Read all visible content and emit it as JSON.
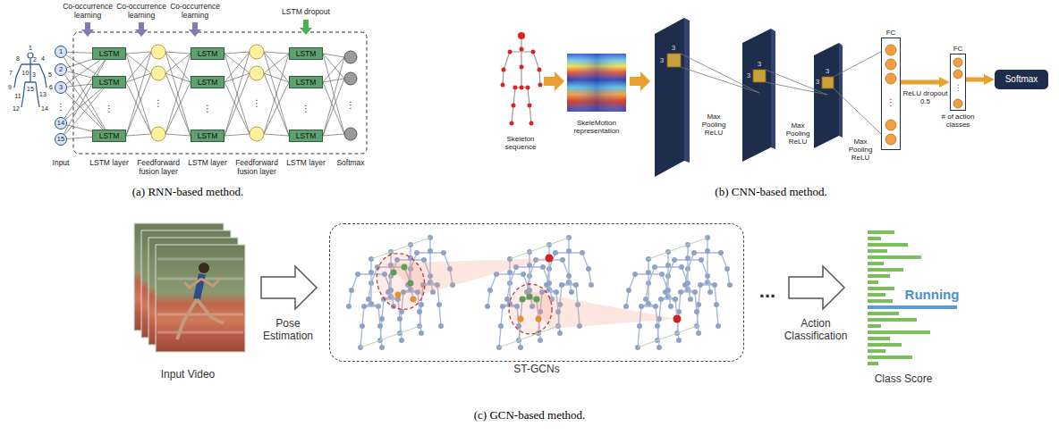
{
  "diagram": {
    "nodes": [
      {
        "text": [
          "1"
        ]
      },
      {
        "text": [
          "2"
        ]
      },
      {
        "text": [
          "3"
        ]
      },
      {
        "text": [
          "14"
        ]
      },
      {
        "text": [
          "15"
        ]
      },
      {
        "text": [
          "LSTM"
        ]
      },
      {
        "text": [
          "LSTM"
        ]
      },
      {
        "text": [
          "LSTM"
        ]
      },
      {
        "text": [
          "LSTM"
        ]
      },
      {
        "text": [
          "LSTM"
        ]
      },
      {
        "text": [
          "LSTM"
        ]
      },
      {
        "text": [
          "LSTM"
        ]
      },
      {
        "text": [
          "LSTM"
        ]
      },
      {
        "text": [
          "LSTM"
        ]
      },
      {
        "text": [
          "FC"
        ]
      },
      {
        "text": [
          "FC",
          "# of action classes"
        ]
      },
      {
        "text": [
          "Softmax"
        ]
      },
      {
        "text": [
          "ST-GCNs"
        ]
      }
    ],
    "edges": [
      {
        "from": 0,
        "to": 5,
        "arrow": "none"
      },
      {
        "from": 0,
        "to": 6,
        "arrow": "none"
      },
      {
        "from": 0,
        "to": 7,
        "arrow": "none"
      },
      {
        "from": 1,
        "to": 5,
        "arrow": "none"
      },
      {
        "from": 1,
        "to": 6,
        "arrow": "none"
      },
      {
        "from": 1,
        "to": 7,
        "arrow": "none"
      },
      {
        "from": 2,
        "to": 5,
        "arrow": "none"
      },
      {
        "from": 2,
        "to": 6,
        "arrow": "none"
      },
      {
        "from": 2,
        "to": 7,
        "arrow": "none"
      },
      {
        "from": 3,
        "to": 5,
        "arrow": "none"
      },
      {
        "from": 3,
        "to": 6,
        "arrow": "none"
      },
      {
        "from": 3,
        "to": 7,
        "arrow": "none"
      },
      {
        "from": 4,
        "to": 5,
        "arrow": "none"
      },
      {
        "from": 4,
        "to": 6,
        "arrow": "none"
      },
      {
        "from": 4,
        "to": 7,
        "arrow": "none"
      },
      {
        "from": 14,
        "to": 15,
        "label": "ReLU dropout 0.5",
        "arrow": "to"
      },
      {
        "from": 15,
        "to": 16,
        "arrow": "to"
      }
    ],
    "labels": [
      "Co-occurrence learning",
      "Co-occurrence learning",
      "Co-occurrence learning",
      "LSTM dropout",
      "1",
      "2",
      "3",
      "4",
      "5",
      "6",
      "7",
      "8",
      "9",
      "10",
      "11",
      "12",
      "13",
      "14",
      "15",
      "⋮",
      "⋮",
      "⋮",
      "⋮",
      "⋮",
      "⋮",
      "⋮",
      "Input",
      "LSTM layer",
      "Feedforward fusion layer",
      "LSTM layer",
      "Feedforward fusion layer",
      "LSTM layer",
      "Softmax",
      "(a) RNN-based method.",
      "Skeleton sequence",
      "SkeleMotion representation",
      "3",
      "3",
      "Max Pooling ReLU",
      "3",
      "3",
      "Max Pooling ReLU",
      "3",
      "3",
      "Max Pooling ReLU",
      "⋮",
      "⋮",
      "(b) CNN-based method.",
      "Input Video",
      "Pose Estimation",
      "...",
      "Action Classification",
      "Running",
      "Class Score",
      "(c) GCN-based method."
    ]
  }
}
